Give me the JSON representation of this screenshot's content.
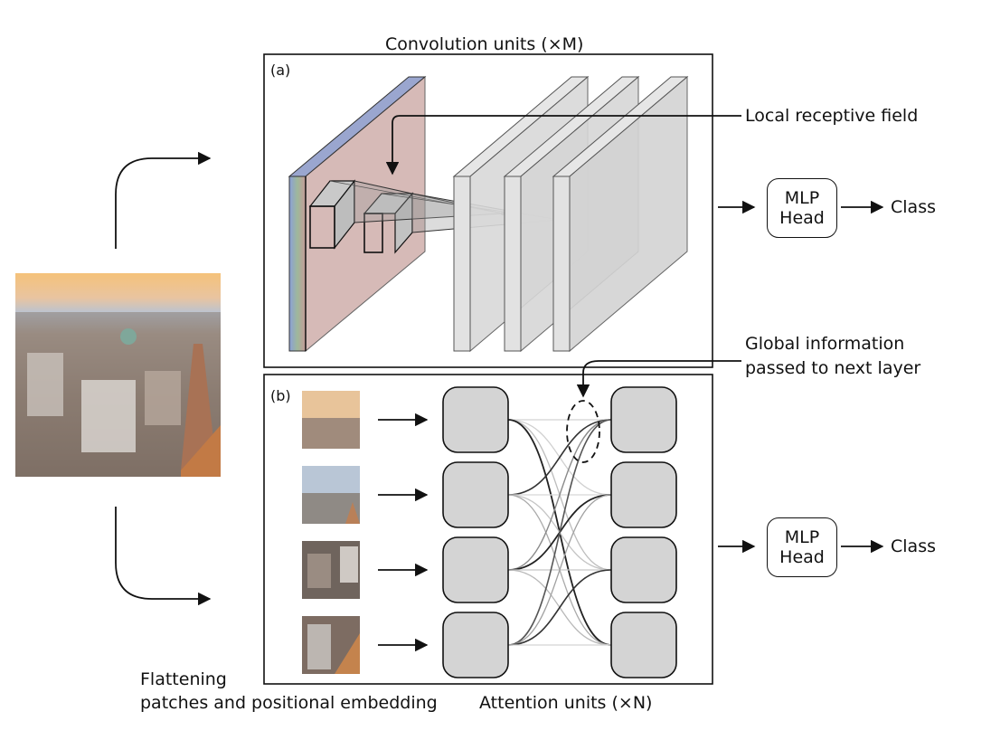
{
  "labels": {
    "conv_title": "Convolution units (×M)",
    "panel_a": "(a)",
    "panel_b": "(b)",
    "local_field": "Local receptive field",
    "global_line1": "Global information",
    "global_line2": "passed to next layer",
    "flatten_line1": "Flattening",
    "flatten_line2": "patches and positional embedding",
    "attn_title": "Attention units (×N)"
  },
  "mlp_top": {
    "line1": "MLP",
    "line2": "Head",
    "output": "Class"
  },
  "mlp_bottom": {
    "line1": "MLP",
    "line2": "Head",
    "output": "Class"
  },
  "diagram": {
    "patch_count": 4,
    "attention_columns": 2,
    "conv_feature_maps": 3
  },
  "colors": {
    "stroke": "#111111",
    "node_fill": "#d4d4d4",
    "layer_fill": "#dcdcdc",
    "sky_top": "#f3b56a",
    "sky_bottom": "#a9bcd6",
    "city": "#9a8273"
  }
}
